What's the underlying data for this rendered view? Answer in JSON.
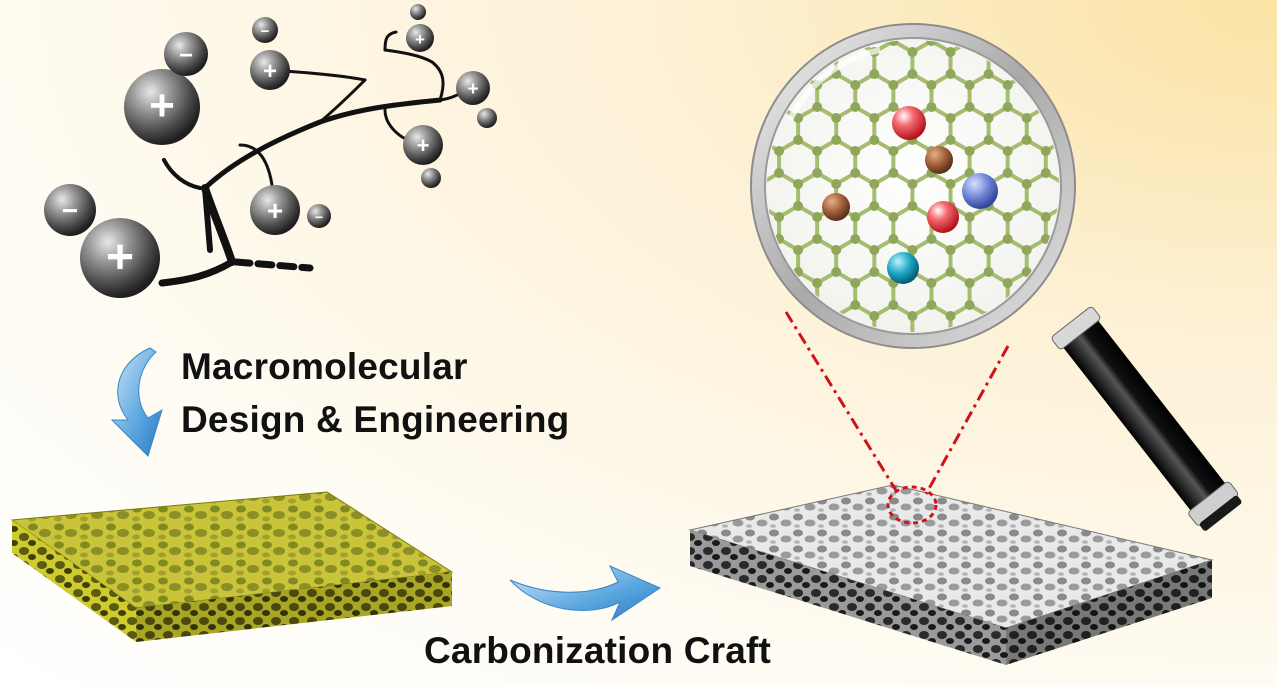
{
  "labels": {
    "step1_line1": "Macromolecular",
    "step1_line2": "Design & Engineering",
    "step2": "Carbonization Craft"
  },
  "charges": {
    "plus": "+",
    "minus": "−"
  },
  "colors": {
    "background_accent": "#fbe3a4",
    "polymer_foam": "#c9c43a",
    "carbon_foam": "#8a8a8a",
    "graphene": "#a6bd6f",
    "dopant_red": "#e8323c",
    "dopant_brown": "#a0603a",
    "dopant_blue": "#6f86d8",
    "dopant_cyan": "#1ba6c4",
    "zoom_line": "#d0121b",
    "arrow": "#5aa6df"
  },
  "icons": [
    "polymer-chain-icon",
    "down-arrow-icon",
    "right-arrow-icon",
    "magnifier-icon",
    "polymer-foam-icon",
    "carbon-foam-icon"
  ]
}
